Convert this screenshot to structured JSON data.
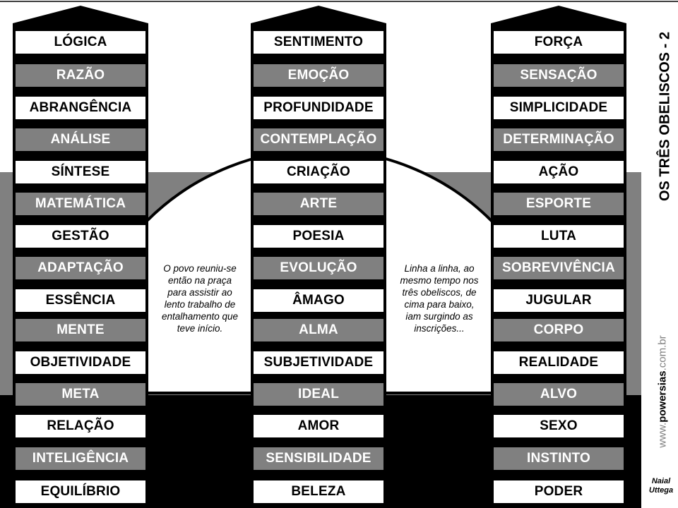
{
  "title": "OS TRÊS OBELISCOS - 2",
  "obelisks": [
    {
      "name": "left",
      "items": [
        "LÓGICA",
        "RAZÃO",
        "ABRANGÊNCIA",
        "ANÁLISE",
        "SÍNTESE",
        "MATEMÁTICA",
        "GESTÃO",
        "ADAPTAÇÃO",
        "ESSÊNCIA",
        "MENTE",
        "OBJETIVIDADE",
        "META",
        "RELAÇÃO",
        "INTELIGÊNCIA",
        "EQUILÍBRIO"
      ]
    },
    {
      "name": "middle",
      "items": [
        "SENTIMENTO",
        "EMOÇÃO",
        "PROFUNDIDADE",
        "CONTEMPLAÇÃO",
        "CRIAÇÃO",
        "ARTE",
        "POESIA",
        "EVOLUÇÃO",
        "ÂMAGO",
        "ALMA",
        "SUBJETIVIDADE",
        "IDEAL",
        "AMOR",
        "SENSIBILIDADE",
        "BELEZA"
      ]
    },
    {
      "name": "right",
      "items": [
        "FORÇA",
        "SENSAÇÃO",
        "SIMPLICIDADE",
        "DETERMINAÇÃO",
        "AÇÃO",
        "ESPORTE",
        "LUTA",
        "SOBREVIVÊNCIA",
        "JUGULAR",
        "CORPO",
        "REALIDADE",
        "ALVO",
        "SEXO",
        "INSTINTO",
        "PODER"
      ]
    }
  ],
  "captions": {
    "left": [
      "O povo reuniu-se",
      "então na praça",
      "para assistir ao",
      "lento trabalho de",
      "entalhamento que",
      "teve início."
    ],
    "right": [
      "Linha a linha, ao",
      "mesmo tempo nos",
      "três obeliscos, de",
      "cima para baixo,",
      "iam surgindo as",
      "inscrições..."
    ]
  },
  "url": {
    "prefix": "www.",
    "brand": "powersias",
    "suffix": ".com.br"
  },
  "author": [
    "Naial",
    "Uttega"
  ],
  "colors": {
    "gray": "#808080",
    "black": "#000000",
    "white": "#ffffff"
  }
}
